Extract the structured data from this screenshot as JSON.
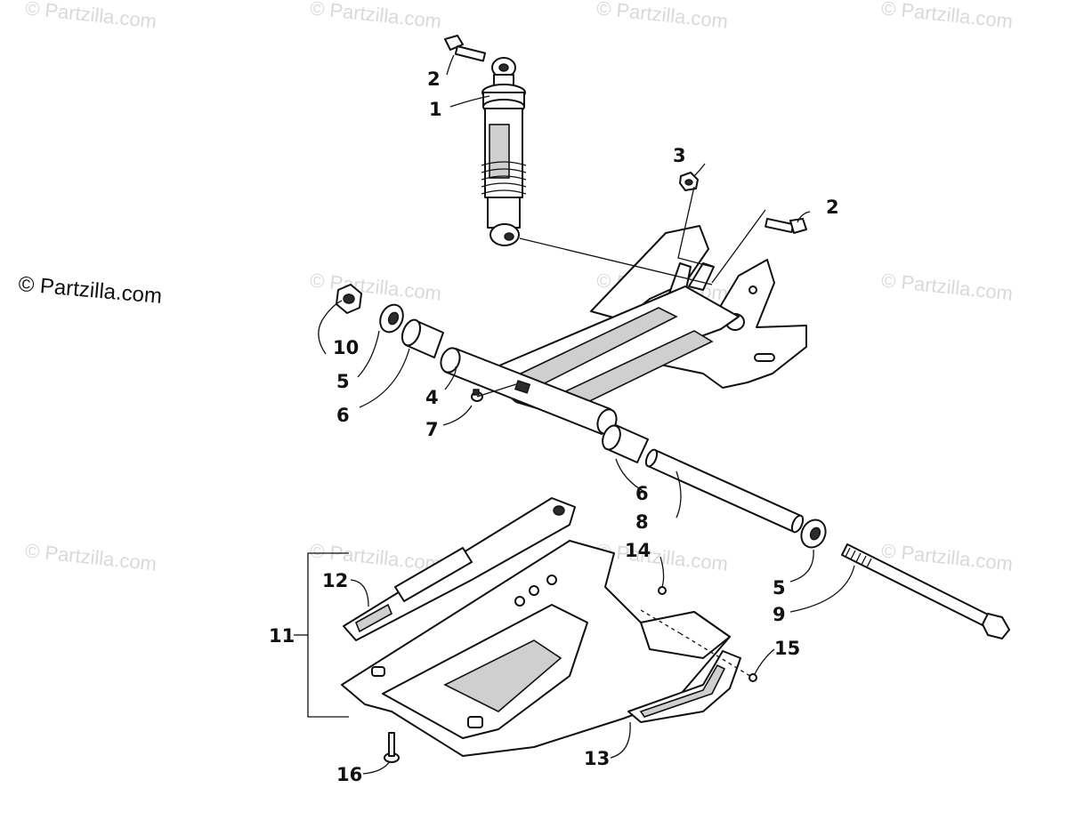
{
  "watermark_text": "© Partzilla.com",
  "copyright_notice": "© Partzilla.com",
  "diagram": {
    "callouts": [
      "1",
      "2",
      "2",
      "3",
      "4",
      "5",
      "5",
      "6",
      "6",
      "7",
      "8",
      "9",
      "10",
      "11",
      "12",
      "13",
      "14",
      "15",
      "16"
    ]
  }
}
